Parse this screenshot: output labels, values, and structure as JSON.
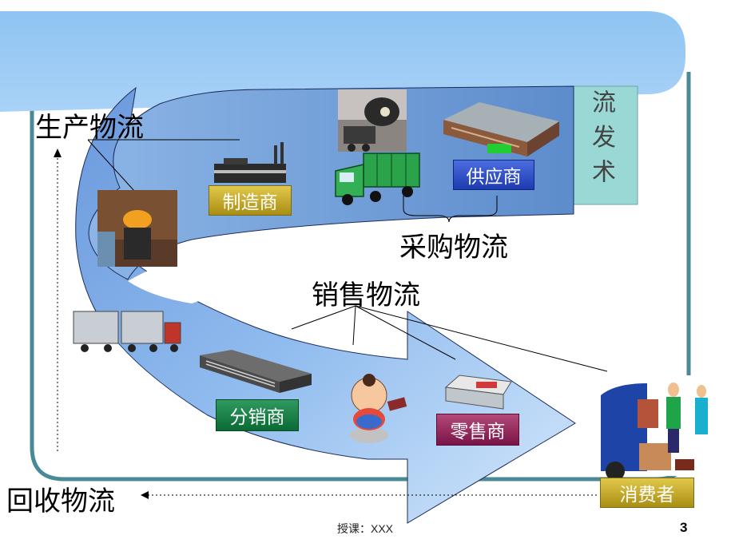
{
  "labels": {
    "production": "生产物流",
    "procurement": "采购物流",
    "sales": "销售物流",
    "recycling": "回收物流"
  },
  "entities": {
    "manufacturer": "制造商",
    "supplier": "供应商",
    "distributor": "分销商",
    "retailer": "零售商",
    "consumer": "消费者"
  },
  "side_panel": {
    "text": "流 发 术"
  },
  "footer": {
    "author": "授课：XXX",
    "page": "3"
  },
  "icons": [
    "locomotive-icon",
    "warehouse-icon",
    "factory-icon",
    "truck-icon",
    "smelter-icon",
    "trailer-truck-icon",
    "distribution-building-icon",
    "mascot-icon",
    "retail-store-icon",
    "family-with-van-icon"
  ]
}
